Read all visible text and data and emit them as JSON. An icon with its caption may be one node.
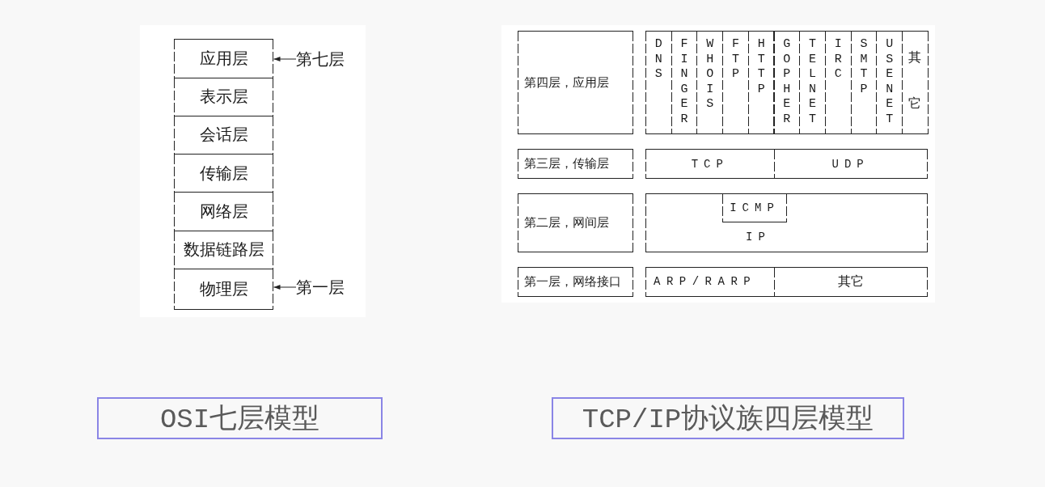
{
  "diagram": {
    "nodes": [
      {
        "text": [
          "应用层"
        ]
      },
      {
        "text": [
          "表示层"
        ]
      },
      {
        "text": [
          "会话层"
        ]
      },
      {
        "text": [
          "传输层"
        ]
      },
      {
        "text": [
          "网络层"
        ]
      },
      {
        "text": [
          "数据链路层"
        ]
      },
      {
        "text": [
          "物理层"
        ]
      },
      {
        "text": [
          "第七层"
        ]
      },
      {
        "text": [
          "第一层"
        ]
      },
      {
        "text": [
          "第四层，应用层"
        ]
      },
      {
        "text": [
          "DNS"
        ]
      },
      {
        "text": [
          "FINGER"
        ]
      },
      {
        "text": [
          "WHOIS"
        ]
      },
      {
        "text": [
          "FTP"
        ]
      },
      {
        "text": [
          "HTTP"
        ]
      },
      {
        "text": [
          "GOPHER"
        ]
      },
      {
        "text": [
          "TELNET"
        ]
      },
      {
        "text": [
          "IRC"
        ]
      },
      {
        "text": [
          "SMTP"
        ]
      },
      {
        "text": [
          "USENET"
        ]
      },
      {
        "text": [
          "其它"
        ]
      },
      {
        "text": [
          "第三层，传输层"
        ]
      },
      {
        "text": [
          "TCP"
        ]
      },
      {
        "text": [
          "UDP"
        ]
      },
      {
        "text": [
          "第二层，网间层"
        ]
      },
      {
        "text": [
          "IP"
        ]
      },
      {
        "text": [
          "ICMP"
        ],
        "in": 25
      },
      {
        "text": [
          "第一层，网络接口"
        ]
      },
      {
        "text": [
          "ARP/RARP"
        ]
      },
      {
        "text": [
          "其它"
        ]
      },
      {
        "text": [
          "OSI七层模型"
        ]
      },
      {
        "text": [
          "TCP/IP协议族四层模型"
        ]
      }
    ],
    "edges": [
      {
        "from": 7,
        "to": 0,
        "arrow": "to"
      },
      {
        "from": 8,
        "to": 6,
        "arrow": "to"
      }
    ]
  }
}
